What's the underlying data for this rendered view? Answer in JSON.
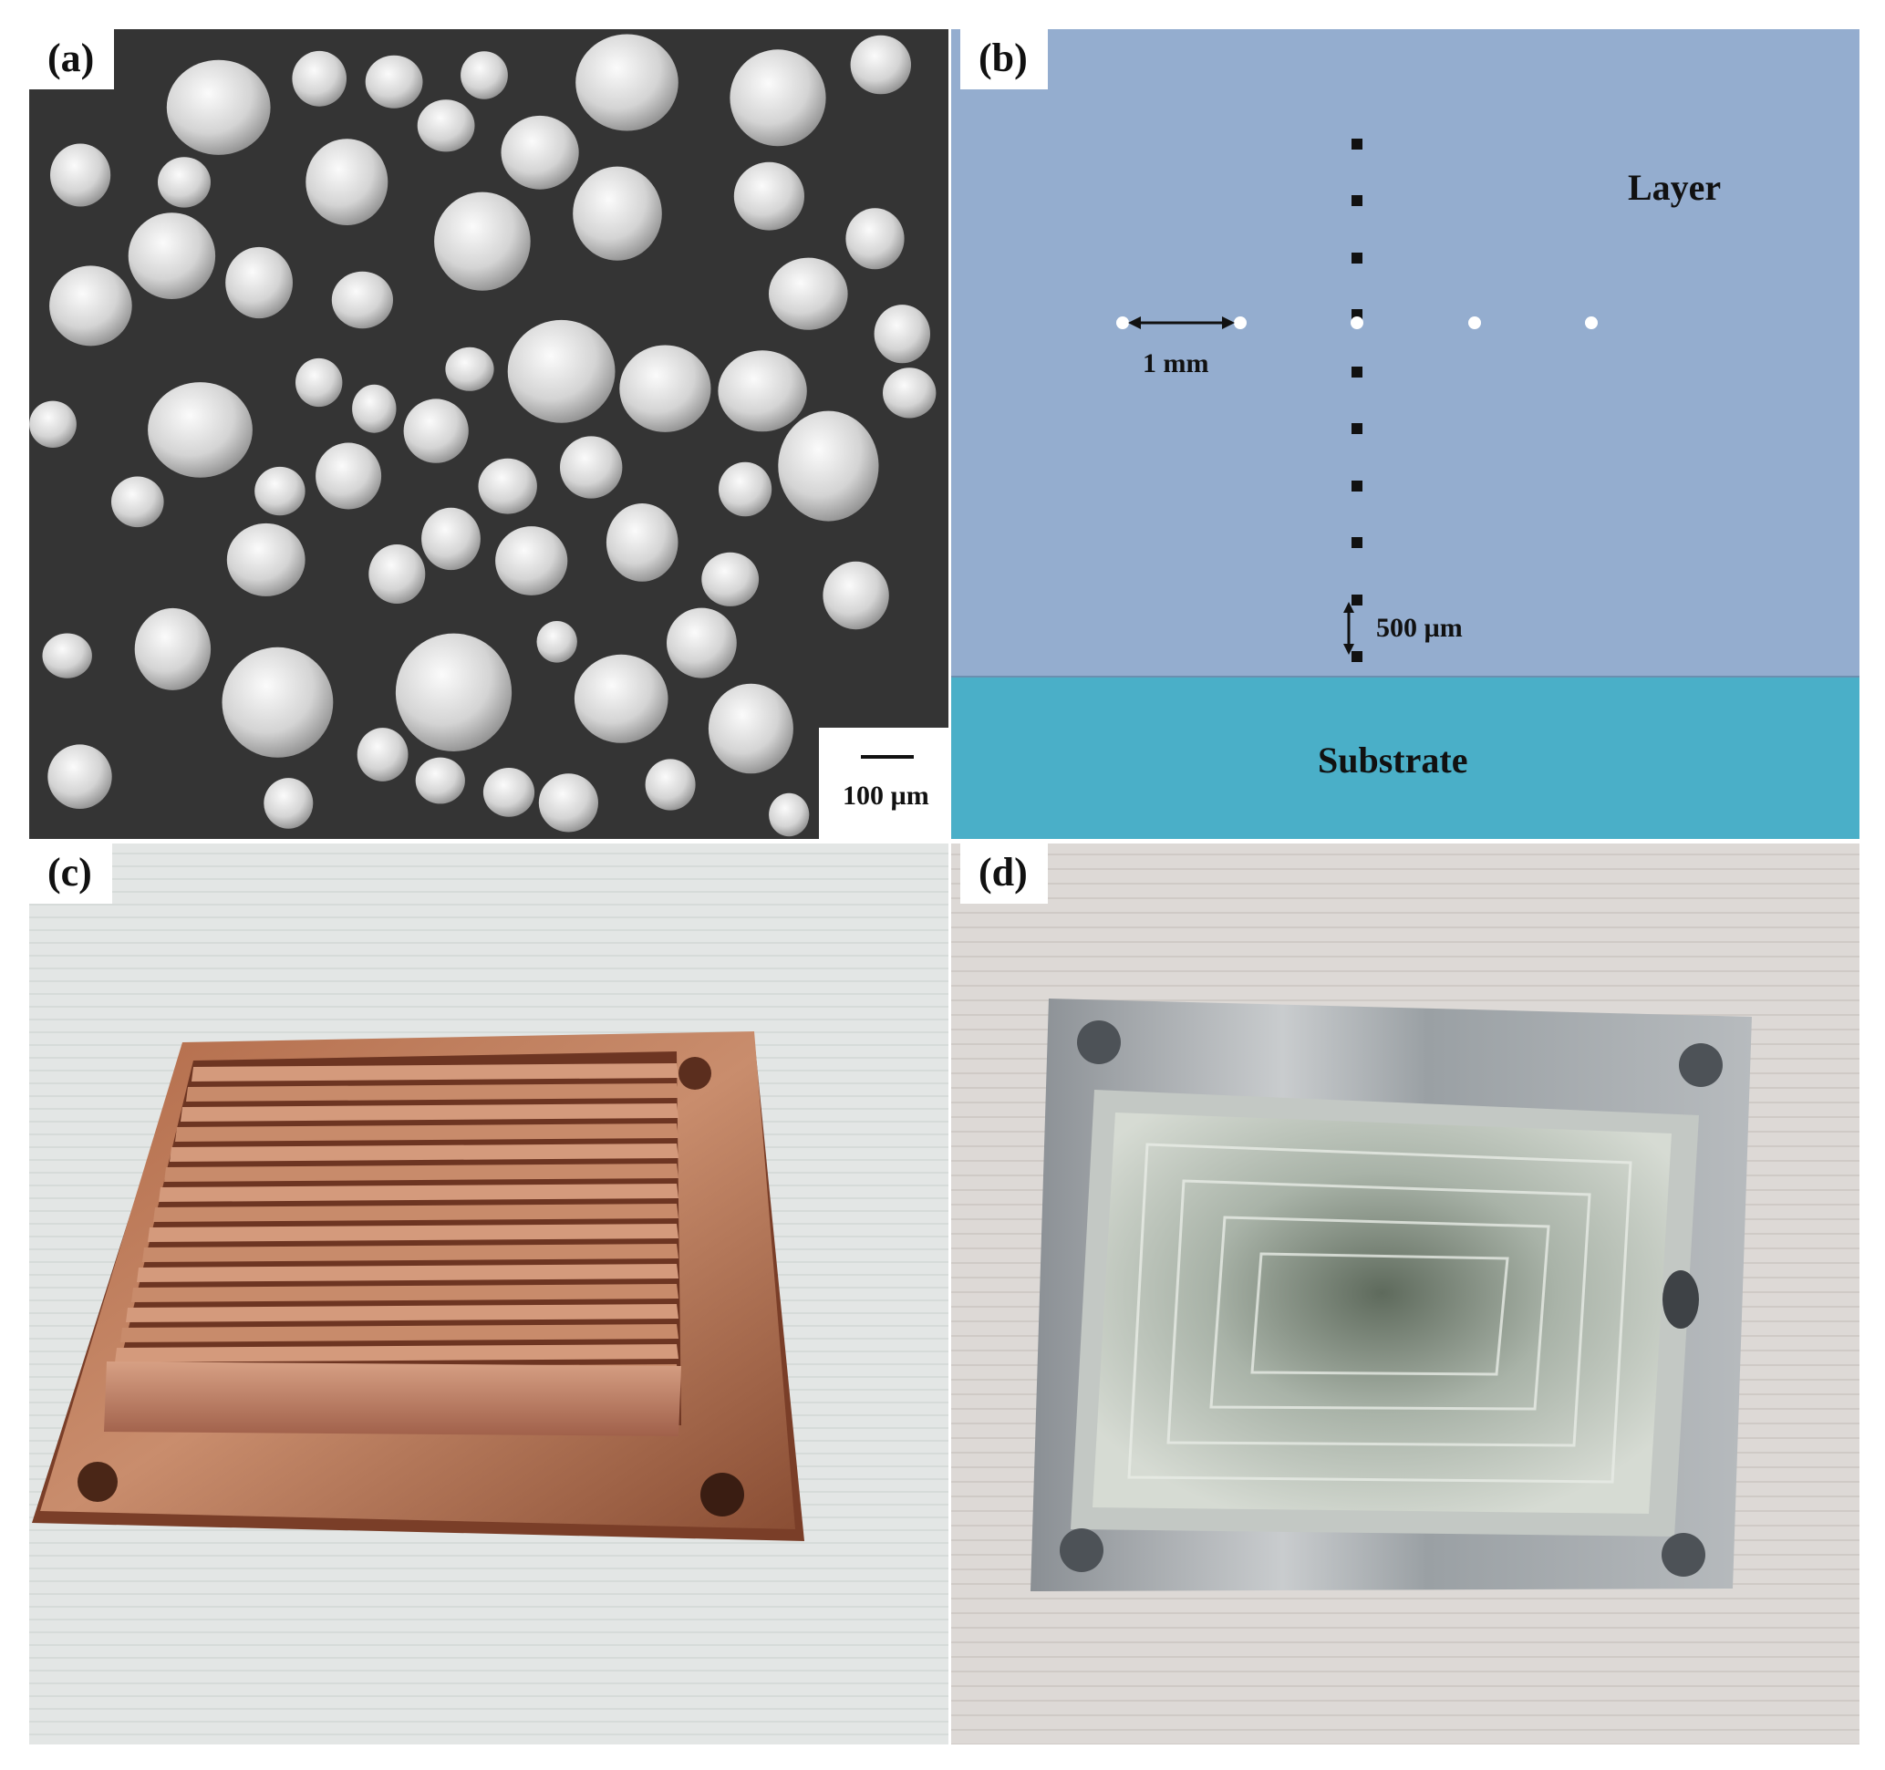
{
  "panels": {
    "a": {
      "label": "(a)",
      "scale_bar": "100 µm"
    },
    "b": {
      "label": "(b)",
      "layer_label": "Layer",
      "substrate_label": "Substrate",
      "horizontal_spacing": "1 mm",
      "vertical_spacing": "500 µm",
      "colors": {
        "layer": "#94adcf",
        "substrate": "#4aafc8"
      }
    },
    "c": {
      "label": "(c)"
    },
    "d": {
      "label": "(d)"
    }
  }
}
